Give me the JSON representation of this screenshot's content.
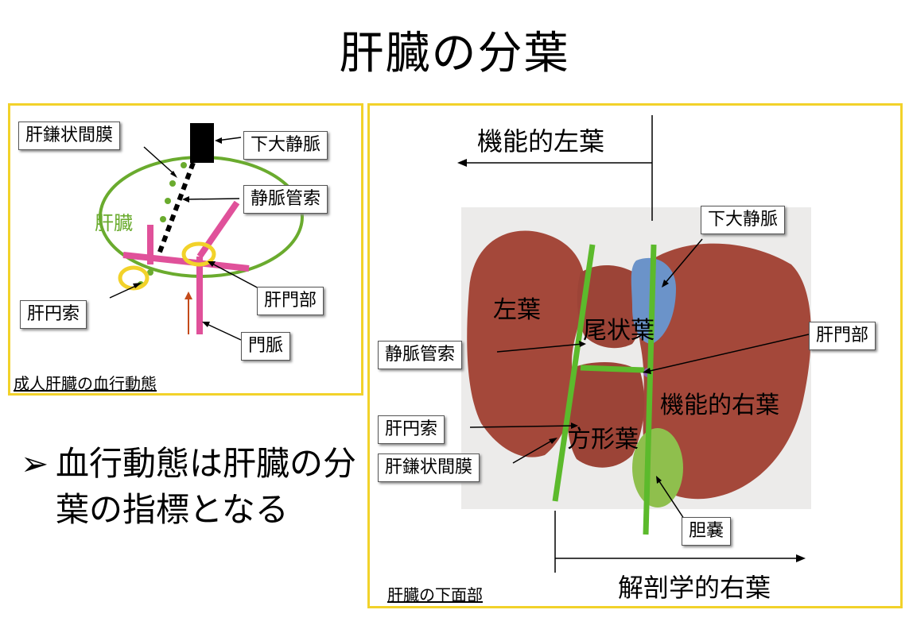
{
  "title": "肝臓の分葉",
  "left_panel": {
    "caption": "成人肝臓の血行動態",
    "labels": {
      "falciform": "肝鎌状間膜",
      "ivc": "下大静脈",
      "ductus_venosus": "静脈管索",
      "liver": "肝臓",
      "hilum": "肝門部",
      "round_ligament": "肝円索",
      "portal_vein": "門脈"
    }
  },
  "bullet": {
    "mark": "➢",
    "text": "血行動態は肝臓の分葉の指標となる"
  },
  "right_panel": {
    "caption": "肝臓の下面部",
    "labels": {
      "functional_left": "機能的左葉",
      "functional_right": "機能的右葉",
      "anatomical_right": "解剖学的右葉",
      "ivc": "下大静脈",
      "hilum": "肝門部",
      "ductus_venosus": "静脈管索",
      "round_ligament": "肝円索",
      "falciform": "肝鎌状間膜",
      "gallbladder": "胆嚢",
      "left_lobe": "左葉",
      "caudate": "尾状葉",
      "quadrate": "方形葉"
    }
  },
  "colors": {
    "frame": "#f2d22a",
    "liver_outline": "#6aab2e",
    "portal": "#e0519a",
    "division_line": "#5cba2c",
    "liver_tissue": "#a4483a"
  }
}
